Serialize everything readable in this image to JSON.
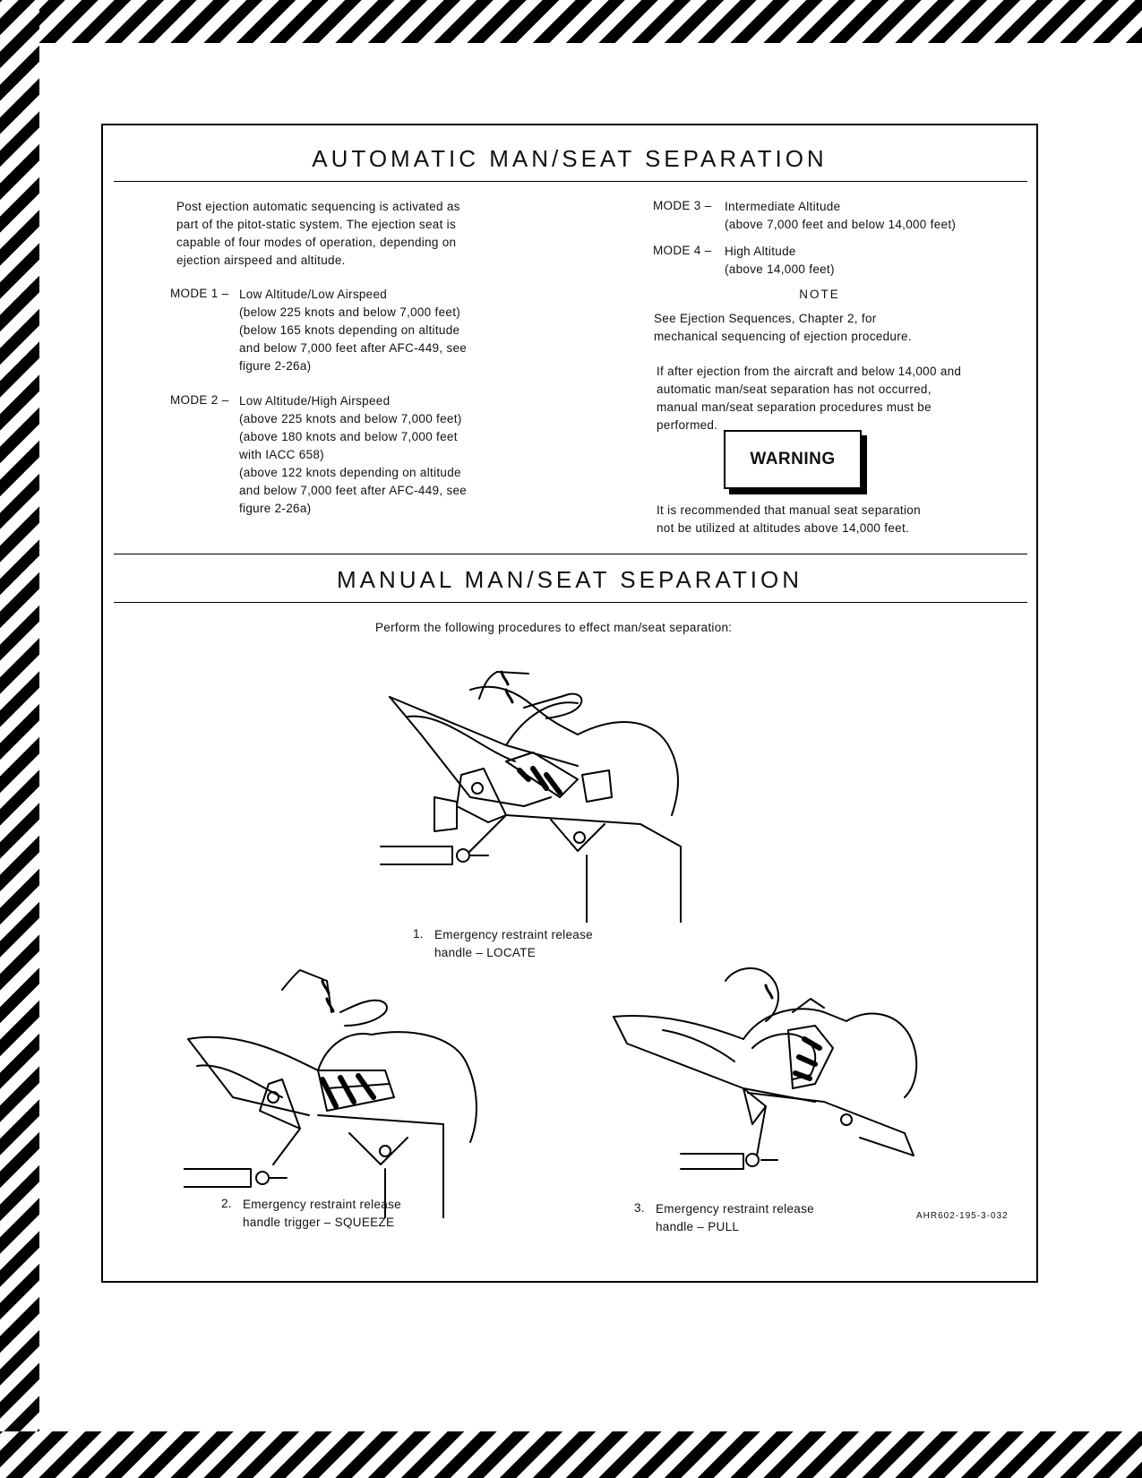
{
  "auto_section": {
    "title": "AUTOMATIC MAN/SEAT SEPARATION",
    "intro": "Post ejection automatic sequencing is activated as part of the pitot-static system.  The ejection seat is capable of four modes of operation, depending on ejection airspeed and altitude.",
    "modes": [
      {
        "label": "MODE 1 –",
        "lines": [
          "Low Altitude/Low Airspeed",
          "(below 225 knots and below 7,000 feet)",
          "(below 165 knots depending on altitude",
          "and below 7,000 feet after AFC-449, see",
          "figure 2-26a)"
        ]
      },
      {
        "label": "MODE 2 –",
        "lines": [
          "Low Altitude/High Airspeed",
          "(above 225 knots and below 7,000 feet)",
          "(above 180 knots and below 7,000 feet",
          "with IACC 658)",
          "(above 122 knots depending on altitude",
          "and below 7,000 feet after AFC-449, see",
          "figure 2-26a)"
        ]
      },
      {
        "label": "MODE 3 –",
        "lines": [
          "Intermediate Altitude",
          "(above 7,000 feet and below 14,000 feet)"
        ]
      },
      {
        "label": "MODE 4 –",
        "lines": [
          "High Altitude",
          "(above 14,000 feet)"
        ]
      }
    ],
    "note_heading": "NOTE",
    "note_text": "See Ejection Sequences, Chapter 2, for mechanical sequencing of ejection procedure.",
    "after_note": "If after ejection from the aircraft and below 14,000 and automatic man/seat separation has not occurred, manual man/seat separation procedures must be performed.",
    "warning_label": "WARNING",
    "warning_text": "It is recommended that manual seat separation not be utilized at altitudes above 14,000 feet."
  },
  "manual_section": {
    "title": "MANUAL MAN/SEAT SEPARATION",
    "intro": "Perform the following procedures to effect man/seat separation:",
    "steps": [
      {
        "num": "1.",
        "line1": "Emergency restraint release",
        "line2": "handle – LOCATE"
      },
      {
        "num": "2.",
        "line1": "Emergency restraint release",
        "line2": "handle trigger – SQUEEZE"
      },
      {
        "num": "3.",
        "line1": "Emergency restraint release",
        "line2": "handle – PULL"
      }
    ]
  },
  "drawing_id": "AHR602-195-3-032"
}
